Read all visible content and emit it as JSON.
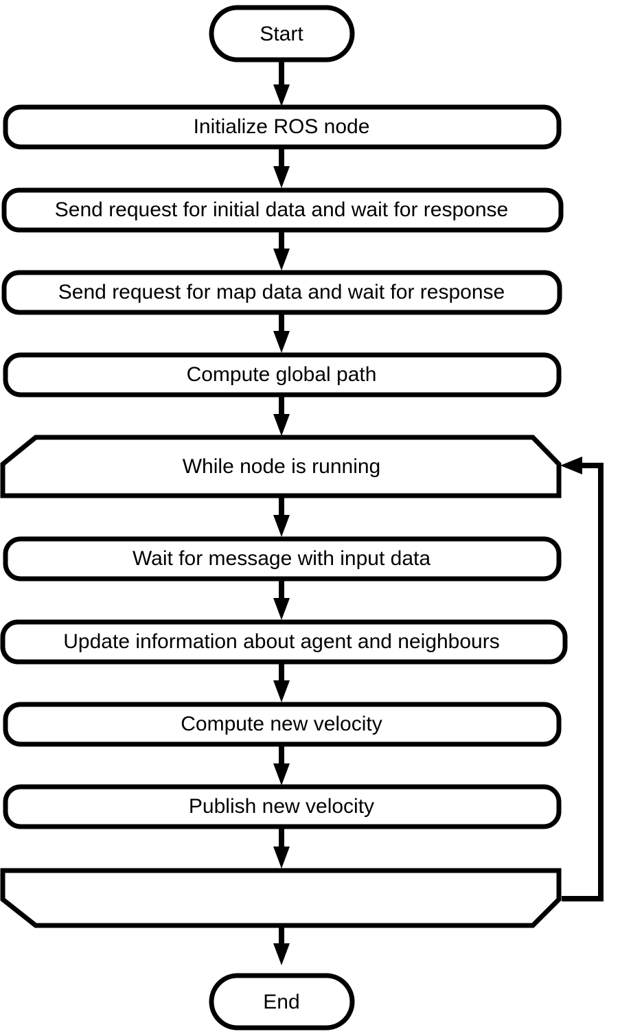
{
  "diagram": {
    "title": "ROS node navigation loop flowchart",
    "background_color": "#ffffff",
    "line_color": "#000000",
    "fill_color": "#ffffff",
    "nodes": [
      {
        "id": "start",
        "shape": "terminator",
        "label": "Start"
      },
      {
        "id": "init",
        "shape": "process",
        "label": "Initialize ROS node"
      },
      {
        "id": "req_initial",
        "shape": "process",
        "label": "Send request for initial data and wait for response"
      },
      {
        "id": "req_map",
        "shape": "process",
        "label": "Send request for map data and wait for response"
      },
      {
        "id": "global_path",
        "shape": "process",
        "label": "Compute global path"
      },
      {
        "id": "loop_start",
        "shape": "loop-start",
        "label": "While node is running"
      },
      {
        "id": "wait_msg",
        "shape": "process",
        "label": "Wait for message with input data"
      },
      {
        "id": "update_info",
        "shape": "process",
        "label": "Update information about agent and neighbours"
      },
      {
        "id": "compute_vel",
        "shape": "process",
        "label": "Compute new velocity"
      },
      {
        "id": "publish_vel",
        "shape": "process",
        "label": "Publish new velocity"
      },
      {
        "id": "loop_end",
        "shape": "loop-end",
        "label": ""
      },
      {
        "id": "end",
        "shape": "terminator",
        "label": "End"
      }
    ],
    "edges": [
      {
        "from": "start",
        "to": "init",
        "label": ""
      },
      {
        "from": "init",
        "to": "req_initial",
        "label": ""
      },
      {
        "from": "req_initial",
        "to": "req_map",
        "label": ""
      },
      {
        "from": "req_map",
        "to": "global_path",
        "label": ""
      },
      {
        "from": "global_path",
        "to": "loop_start",
        "label": ""
      },
      {
        "from": "loop_start",
        "to": "wait_msg",
        "label": ""
      },
      {
        "from": "wait_msg",
        "to": "update_info",
        "label": ""
      },
      {
        "from": "update_info",
        "to": "compute_vel",
        "label": ""
      },
      {
        "from": "compute_vel",
        "to": "publish_vel",
        "label": ""
      },
      {
        "from": "publish_vel",
        "to": "loop_end",
        "label": ""
      },
      {
        "from": "loop_end",
        "to": "end",
        "label": ""
      },
      {
        "from": "loop_end",
        "to": "loop_start",
        "label": ""
      }
    ]
  }
}
